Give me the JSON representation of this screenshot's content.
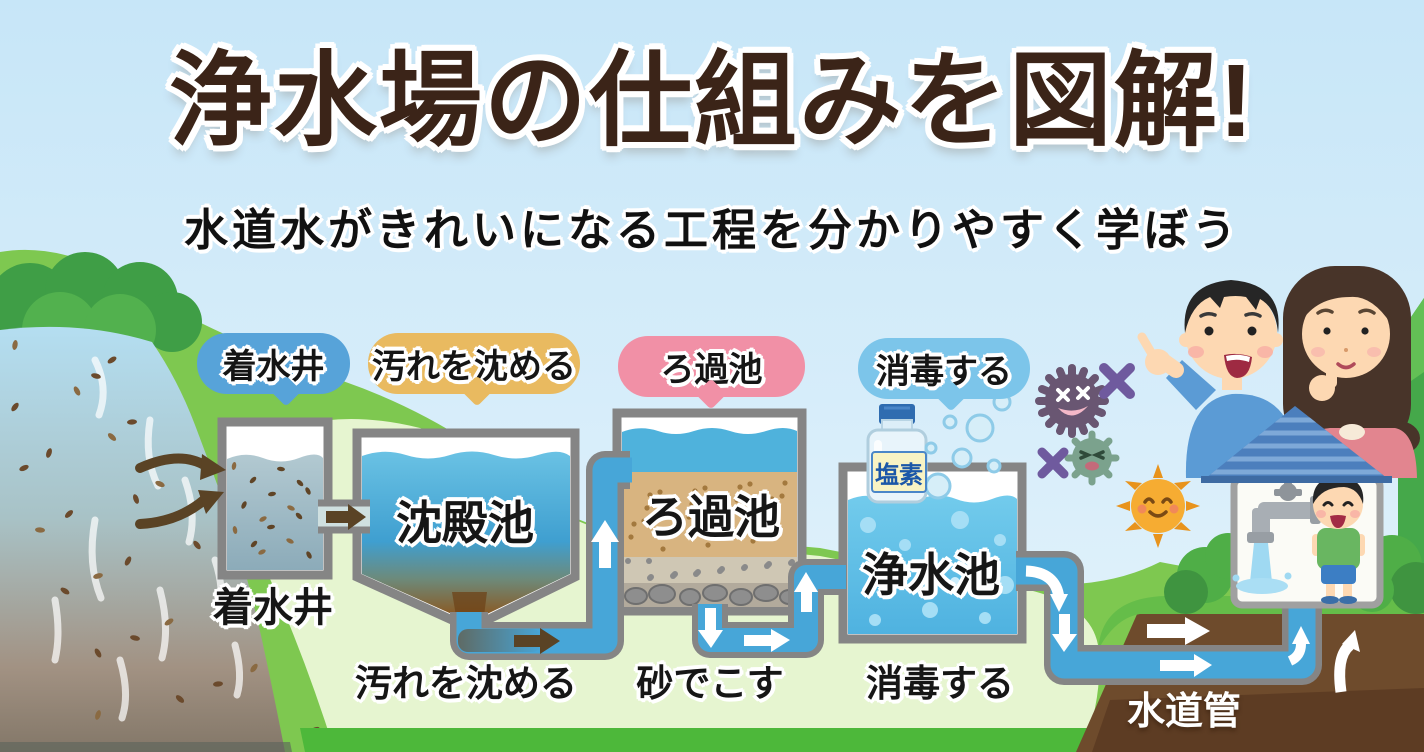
{
  "title": "浄水場の仕組みを図解!",
  "subtitle": "水道水がきれいになる工程を分かりやすく学ぼう",
  "callouts": [
    {
      "label": "着水井",
      "color": "#57a3d9"
    },
    {
      "label": "汚れを沈める",
      "color": "#e9ba60"
    },
    {
      "label": "ろ過池",
      "color": "#f190a6"
    },
    {
      "label": "消毒する",
      "color": "#7cc5ea"
    }
  ],
  "tanks": [
    {
      "label": "沈殿池"
    },
    {
      "label": "ろ過池"
    },
    {
      "label": "浄水池"
    }
  ],
  "captions": {
    "receiving_well": "着水井",
    "sedimentation": "汚れを沈める",
    "filtration": "砂でこす",
    "disinfection": "消毒する"
  },
  "pipe_label": "水道管",
  "chlorine_label": "塩素",
  "icons": [
    "river",
    "flow-arrow",
    "chlorine-bottle",
    "germ",
    "x-mark",
    "sun",
    "boy-pointing",
    "woman-thinking",
    "house",
    "faucet",
    "water-pipe"
  ],
  "colors": {
    "sky": "#cbe7f8",
    "field_green": "#7ec850",
    "pale_green": "#e6f5d0",
    "water_blue": "#47a6d8",
    "pipe_border": "#8a8a8a",
    "soil_brown": "#6e4b2c",
    "title_brown": "#3b2418",
    "callout_blue": "#57a3d9",
    "callout_orange": "#e9ba60",
    "callout_pink": "#f190a6",
    "callout_lightblue": "#7cc5ea"
  }
}
